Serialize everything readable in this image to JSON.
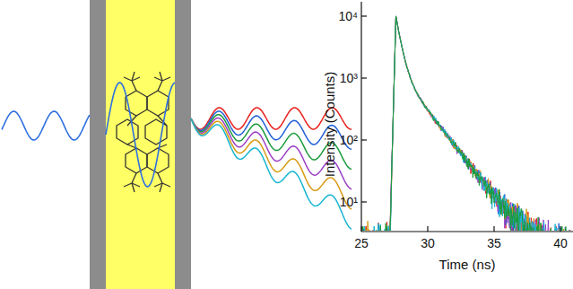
{
  "diagram": {
    "labels": [
      "10⁴",
      "10³",
      "10²",
      "10¹",
      "25",
      "30",
      "35",
      "40",
      "Time (ns)",
      "Intensity (Counts)"
    ]
  }
}
